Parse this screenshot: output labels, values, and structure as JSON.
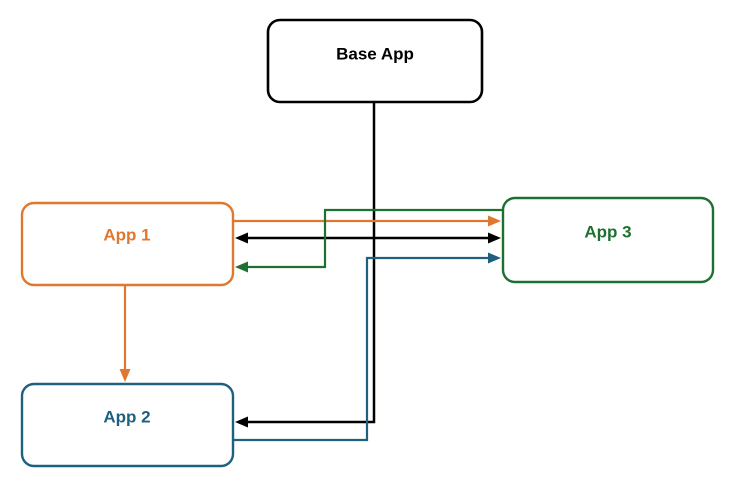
{
  "diagram": {
    "type": "app-dependency-flowchart",
    "background": "#ffffff",
    "nodes": {
      "base": {
        "label": "Base App",
        "color": "#000000"
      },
      "app1": {
        "label": "App 1",
        "color": "#E0772F"
      },
      "app2": {
        "label": "App 2",
        "color": "#20607F"
      },
      "app3": {
        "label": "App 3",
        "color": "#1E7030"
      }
    },
    "edges": [
      {
        "from": "Base App",
        "to": "App 2",
        "color": "#000000",
        "direction": "one-way"
      },
      {
        "from": "App 1",
        "to": "App 3",
        "color": "#E0772F",
        "direction": "one-way"
      },
      {
        "from": "App 1",
        "to": "App 3",
        "color": "#000000",
        "direction": "two-way"
      },
      {
        "from": "App 3",
        "to": "App 1",
        "color": "#1E7030",
        "direction": "one-way"
      },
      {
        "from": "App 2",
        "to": "App 3",
        "color": "#20607F",
        "direction": "one-way"
      },
      {
        "from": "App 1",
        "to": "App 2",
        "color": "#E0772F",
        "direction": "one-way"
      }
    ]
  },
  "colors": {
    "black": "#000000",
    "orange": "#E0772F",
    "green": "#1E7030",
    "blue": "#20607F"
  }
}
